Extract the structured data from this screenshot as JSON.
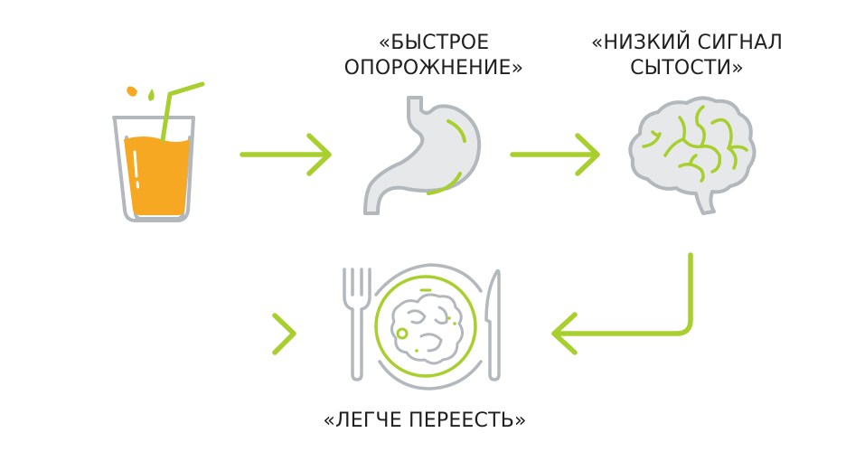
{
  "diagram": {
    "colors": {
      "accent_green": "#a8cf2e",
      "icon_gray": "#b3b8bc",
      "icon_fill": "#e6e8e9",
      "juice_orange": "#f7a823",
      "text": "#1f1f1f",
      "background": "#ffffff"
    },
    "steps": [
      {
        "id": "juice",
        "icon": "juice-glass-icon",
        "label_lines": []
      },
      {
        "id": "stomach",
        "icon": "stomach-icon",
        "label_lines": [
          "«БЫСТРОЕ",
          "ОПОРОЖНЕНИЕ»"
        ]
      },
      {
        "id": "brain",
        "icon": "brain-icon",
        "label_lines": [
          "«НИЗКИЙ СИГНАЛ",
          "СЫТОСТИ»"
        ]
      },
      {
        "id": "meal",
        "icon": "plate-fork-knife-icon",
        "label_lines": [
          "«ЛЕГЧЕ ПЕРЕЕСТЬ»"
        ]
      }
    ],
    "arrows": [
      {
        "from": "juice",
        "to": "stomach",
        "icon": "arrow-right-icon"
      },
      {
        "from": "stomach",
        "to": "brain",
        "icon": "arrow-right-icon"
      },
      {
        "from": "brain",
        "to": "meal",
        "icon": "arrow-down-left-icon"
      },
      {
        "from": "start",
        "to": "meal",
        "icon": "chevron-right-icon"
      }
    ]
  }
}
